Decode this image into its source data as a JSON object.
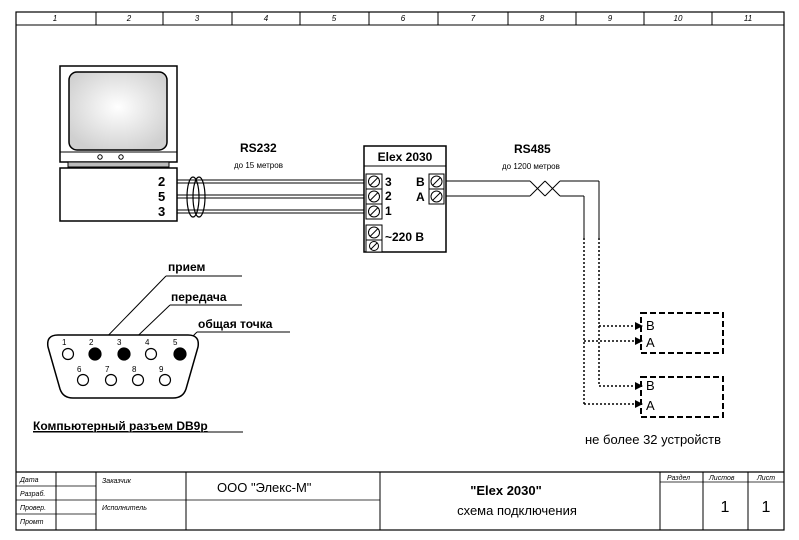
{
  "frame": {
    "columns": [
      "1",
      "2",
      "3",
      "4",
      "5",
      "6",
      "7",
      "8",
      "9",
      "10",
      "11"
    ]
  },
  "computer": {
    "pins": [
      "2",
      "5",
      "3"
    ]
  },
  "rs232": {
    "label": "RS232",
    "sublabel": "до 15 метров"
  },
  "converter": {
    "title": "Elex 2030",
    "left_pins": [
      "3",
      "2",
      "1"
    ],
    "right_pins": [
      "B",
      "A"
    ],
    "power": "~220 В"
  },
  "rs485": {
    "label": "RS485",
    "sublabel": "до 1200 метров"
  },
  "devices": {
    "items": [
      {
        "b": "B",
        "a": "A"
      },
      {
        "b": "B",
        "a": "A"
      }
    ],
    "note": "не более 32 устройств"
  },
  "connector": {
    "callouts": [
      "прием",
      "передача",
      "общая точка"
    ],
    "top_pins": [
      "1",
      "2",
      "3",
      "4",
      "5"
    ],
    "bottom_pins": [
      "6",
      "7",
      "8",
      "9"
    ],
    "caption": "Компьютерный разъем DB9p"
  },
  "title_block": {
    "rows": [
      "Дата",
      "Разраб.",
      "Провер.",
      "Промт"
    ],
    "customer_label": "Заказчик",
    "executor_label": "Исполнитель",
    "company": "ООО \"Элекс-М\"",
    "product": "\"Elex 2030\"",
    "doc_title": "схема подключения",
    "section_label": "Раздел",
    "sheets_label": "Листов",
    "sheet_label": "Лист",
    "sheets_value": "1",
    "sheet_value": "1"
  }
}
